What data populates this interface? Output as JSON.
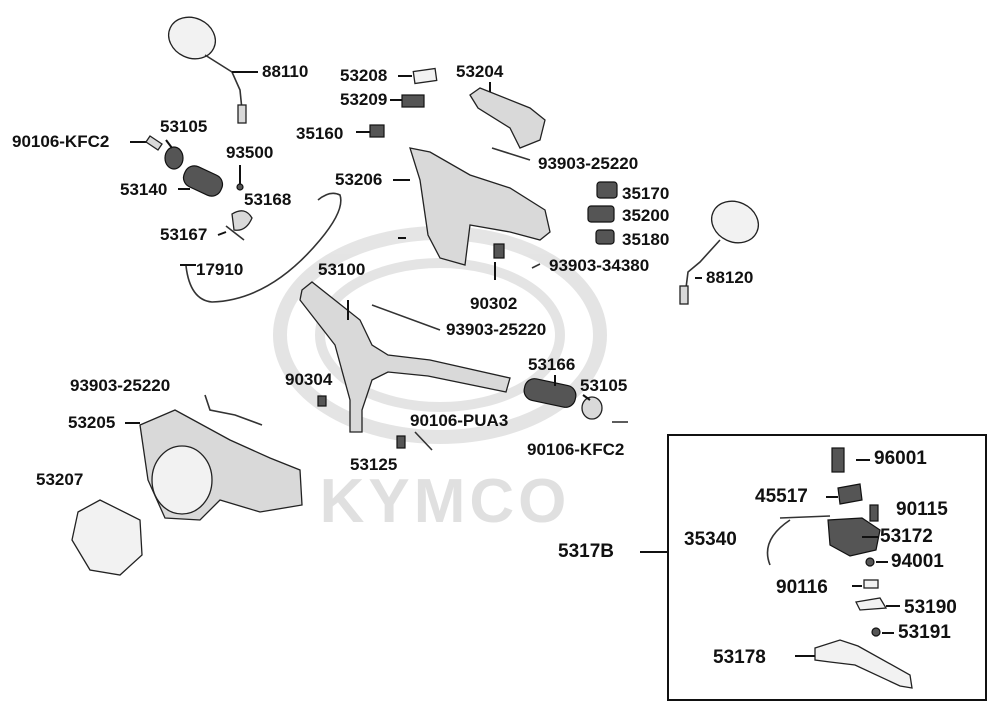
{
  "watermark": "KYMCO",
  "parts": {
    "p88110": "88110",
    "p53208": "53208",
    "p53209": "53209",
    "p53204": "53204",
    "p90106_kfc2_top": "90106-KFC2",
    "p53105_top": "53105",
    "p35160": "35160",
    "p93500": "93500",
    "p93903_25220_top": "93903-25220",
    "p53140": "53140",
    "p53168": "53168",
    "p53206": "53206",
    "p35170": "35170",
    "p35200": "35200",
    "p53167": "53167",
    "p35180": "35180",
    "p17910": "17910",
    "p53100": "53100",
    "p93903_34380": "93903-34380",
    "p88120": "88120",
    "p90302": "90302",
    "p93903_25220_mid": "93903-25220",
    "p53166": "53166",
    "p90304": "90304",
    "p93903_25220_left": "93903-25220",
    "p53105_right": "53105",
    "p53205": "53205",
    "p90106_pua3": "90106-PUA3",
    "p90106_kfc2_right": "90106-KFC2",
    "p53125": "53125",
    "p53207": "53207",
    "p96001": "96001",
    "p45517": "45517",
    "p90115": "90115",
    "p35340": "35340",
    "p53172": "53172",
    "p5317B": "5317B",
    "p94001": "94001",
    "p90116": "90116",
    "p53190": "53190",
    "p53191": "53191",
    "p53178": "53178"
  }
}
